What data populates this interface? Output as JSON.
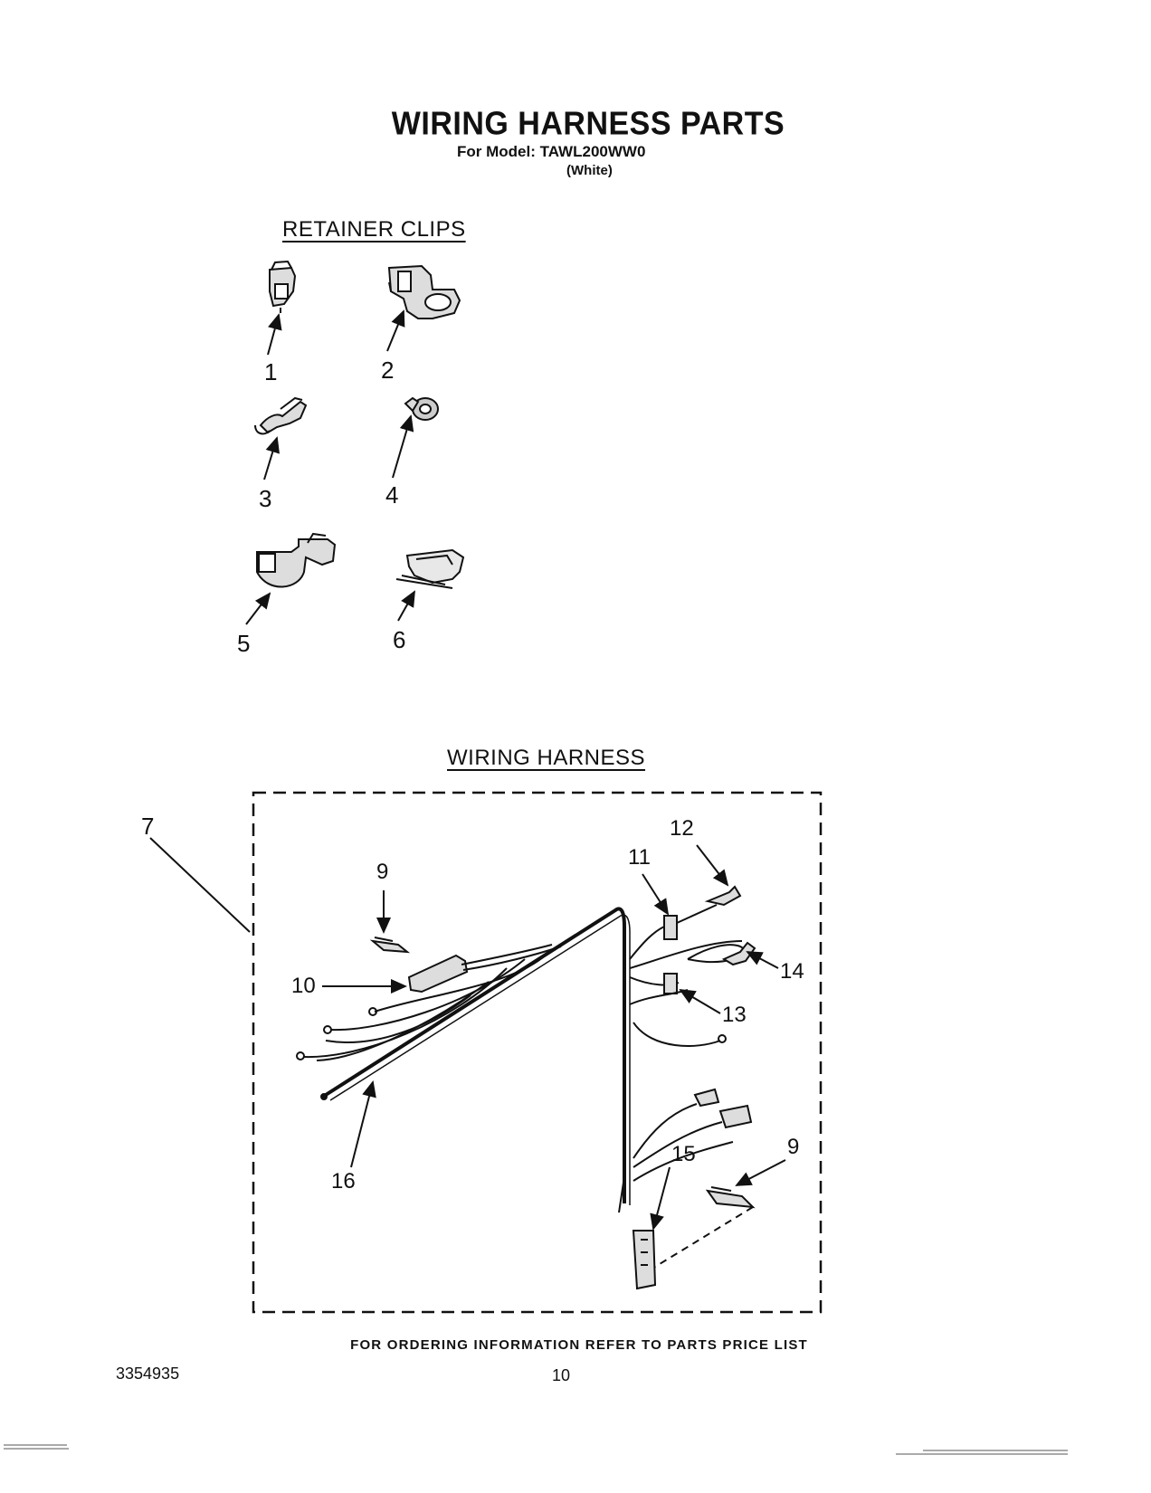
{
  "header": {
    "title": "WIRING HARNESS PARTS",
    "model_line": "For Model: TAWL200WW0",
    "color_line": "(White)"
  },
  "sections": {
    "retainer_clips": "RETAINER CLIPS",
    "wiring_harness": "WIRING HARNESS"
  },
  "clip_callouts": [
    "1",
    "2",
    "3",
    "4",
    "5",
    "6"
  ],
  "harness_callouts": {
    "c7": "7",
    "c9a": "9",
    "c9b": "9",
    "c10": "10",
    "c11": "11",
    "c12": "12",
    "c13": "13",
    "c14": "14",
    "c15": "15",
    "c16": "16"
  },
  "footer": {
    "order_info": "FOR ORDERING INFORMATION REFER TO PARTS PRICE LIST",
    "doc_number": "3354935",
    "page_number": "10"
  }
}
